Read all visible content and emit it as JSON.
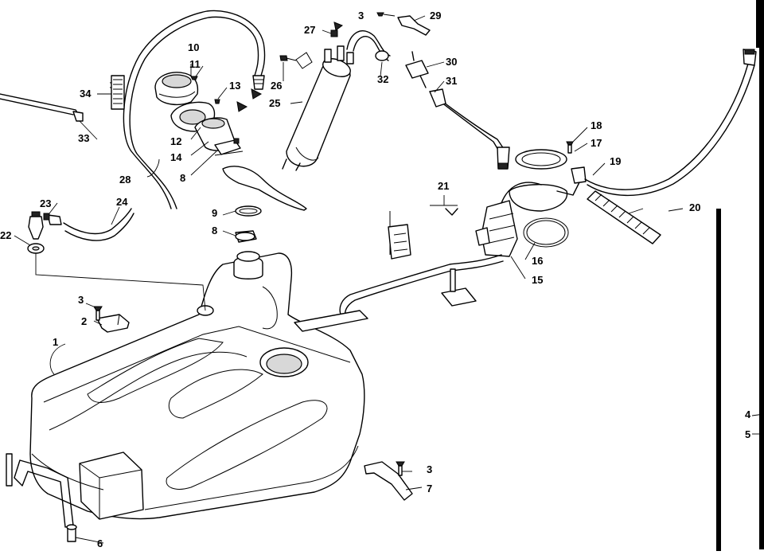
{
  "diagram": {
    "callouts": [
      {
        "id": "c1",
        "text": "1"
      },
      {
        "id": "c2",
        "text": "2"
      },
      {
        "id": "c3a",
        "text": "3"
      },
      {
        "id": "c3b",
        "text": "3"
      },
      {
        "id": "c3c",
        "text": "3"
      },
      {
        "id": "c4",
        "text": "4"
      },
      {
        "id": "c5",
        "text": "5"
      },
      {
        "id": "c6",
        "text": "6"
      },
      {
        "id": "c7",
        "text": "7"
      },
      {
        "id": "c8a",
        "text": "8"
      },
      {
        "id": "c8b",
        "text": "8"
      },
      {
        "id": "c9",
        "text": "9"
      },
      {
        "id": "c10",
        "text": "10"
      },
      {
        "id": "c11",
        "text": "11"
      },
      {
        "id": "c12",
        "text": "12"
      },
      {
        "id": "c13",
        "text": "13"
      },
      {
        "id": "c14",
        "text": "14"
      },
      {
        "id": "c15",
        "text": "15"
      },
      {
        "id": "c16",
        "text": "16"
      },
      {
        "id": "c17",
        "text": "17"
      },
      {
        "id": "c18",
        "text": "18"
      },
      {
        "id": "c19",
        "text": "19"
      },
      {
        "id": "c20",
        "text": "20"
      },
      {
        "id": "c21",
        "text": "21"
      },
      {
        "id": "c22",
        "text": "22"
      },
      {
        "id": "c23",
        "text": "23"
      },
      {
        "id": "c24",
        "text": "24"
      },
      {
        "id": "c25",
        "text": "25"
      },
      {
        "id": "c26",
        "text": "26"
      },
      {
        "id": "c27",
        "text": "27"
      },
      {
        "id": "c28",
        "text": "28"
      },
      {
        "id": "c29",
        "text": "29"
      },
      {
        "id": "c30",
        "text": "30"
      },
      {
        "id": "c31",
        "text": "31"
      },
      {
        "id": "c32",
        "text": "32"
      },
      {
        "id": "c33",
        "text": "33"
      },
      {
        "id": "c34",
        "text": "34"
      }
    ]
  }
}
